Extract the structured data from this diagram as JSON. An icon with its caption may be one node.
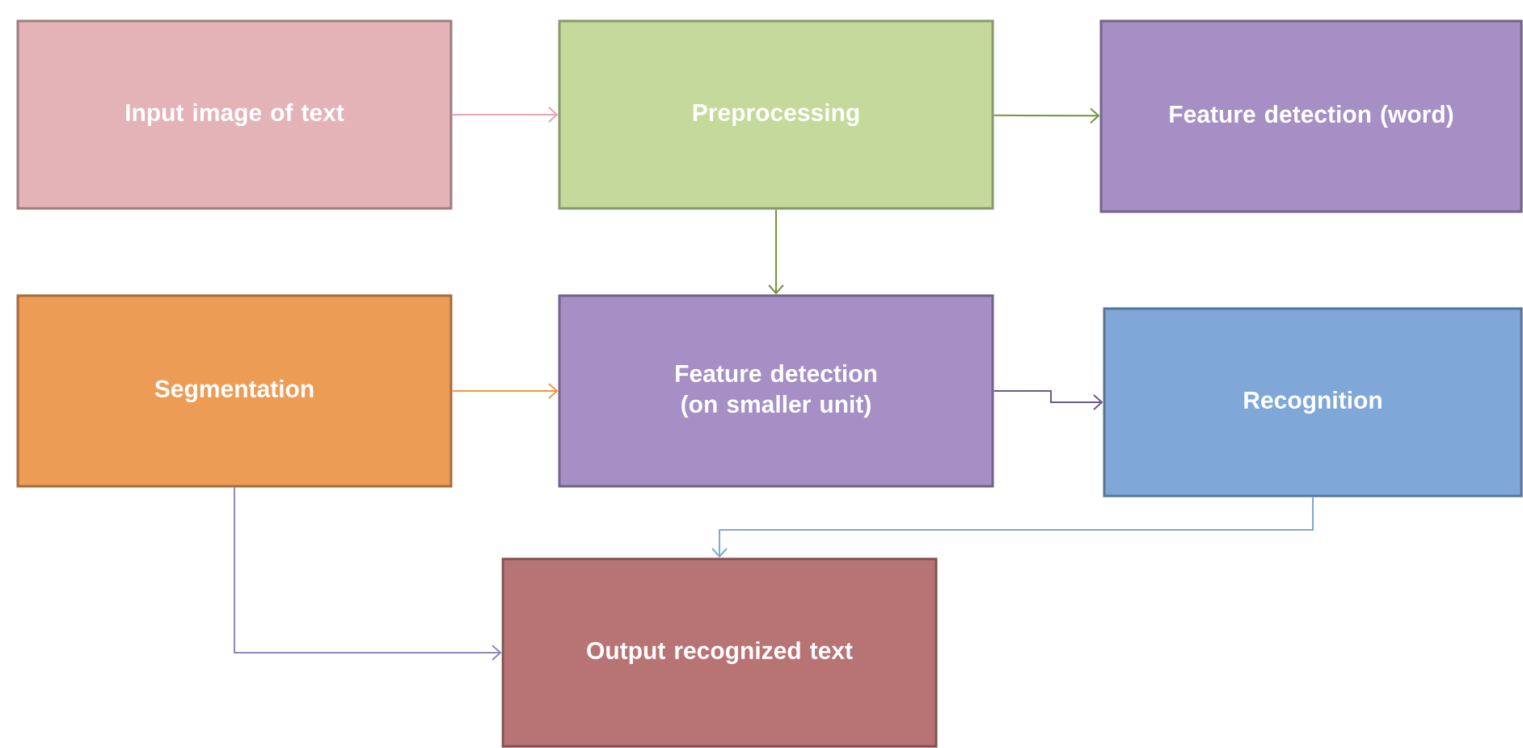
{
  "diagram": {
    "nodes": [
      {
        "text": [
          "Input image of text"
        ]
      },
      {
        "text": [
          "Preprocessing"
        ]
      },
      {
        "text": [
          "Feature detection (word)"
        ]
      },
      {
        "text": [
          "Segmentation"
        ]
      },
      {
        "text": [
          "Feature detection (on smaller unit)"
        ]
      },
      {
        "text": [
          "Recognition"
        ]
      },
      {
        "text": [
          "Output recognized text"
        ]
      }
    ],
    "edges": [
      {
        "from": 0,
        "to": 1,
        "arrow": "to",
        "color": "#e8a3b3"
      },
      {
        "from": 1,
        "to": 2,
        "arrow": "to",
        "color": "#77933c"
      },
      {
        "from": 1,
        "to": 4,
        "arrow": "to",
        "color": "#77933c"
      },
      {
        "from": 3,
        "to": 4,
        "arrow": "to",
        "color": "#f79646"
      },
      {
        "from": 4,
        "to": 5,
        "arrow": "to",
        "color": "#6a5a8a"
      },
      {
        "from": 5,
        "to": 6,
        "arrow": "to",
        "color": "#7fa7d8"
      },
      {
        "from": 3,
        "to": 6,
        "arrow": "to",
        "color": "#8f86c0"
      }
    ]
  }
}
